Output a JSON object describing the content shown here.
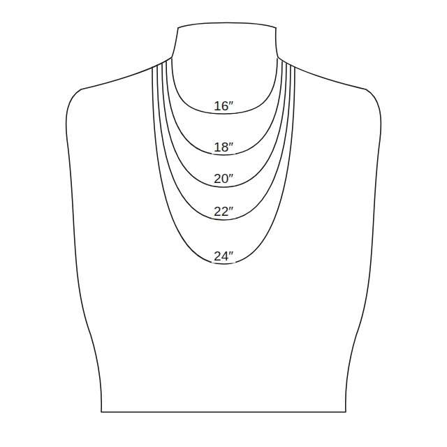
{
  "diagram": {
    "labels": [
      "16″",
      "18″",
      "20″",
      "22″",
      "24″"
    ]
  }
}
